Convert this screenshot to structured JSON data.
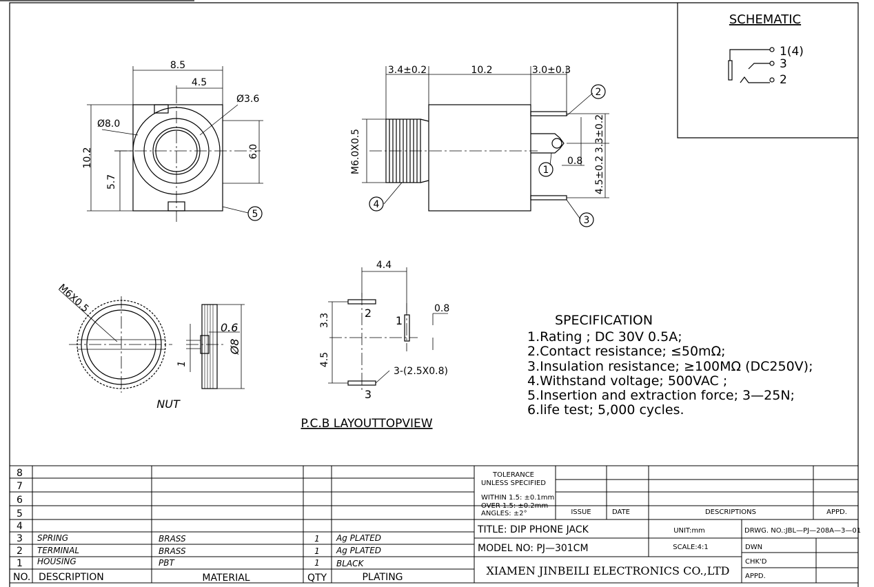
{
  "schematic": {
    "title": "SCHEMATIC",
    "pins": [
      "1(4)",
      "3",
      "2"
    ]
  },
  "front_view": {
    "width": "8.5",
    "half_width": "4.5",
    "hole_dia": "Ø3.6",
    "outer_dia": "Ø8.0",
    "height": "10.2",
    "center_height": "5.7",
    "thread_height": "6.0",
    "callout": "5"
  },
  "side_view": {
    "thread_len": "3.4±0.2",
    "body_len": "10.2",
    "pin_len": "3.0±0.3",
    "thread": "M6.0X0.5",
    "pin_spacing_top": "3.3±0.2",
    "pin_spacing_bottom": "4.5±0.2",
    "pin_width": "0.8",
    "callouts": [
      "1",
      "2",
      "3",
      "4"
    ]
  },
  "nut": {
    "thread": "M6X0.5",
    "thickness": "0.6",
    "dia": "Ø8",
    "slot": "1",
    "label": "NUT"
  },
  "pcb": {
    "width": "4.4",
    "pin_width": "0.8",
    "top_spacing": "3.3",
    "bottom_spacing": "4.5",
    "slots": "3-(2.5X0.8)",
    "pins": [
      "2",
      "1",
      "3"
    ],
    "title": "P.C.B LAYOUTTOPVIEW"
  },
  "specification": {
    "title": "SPECIFICATION",
    "items": [
      "1.Rating ; DC 30V 0.5A;",
      "2.Contact resistance; ≤50mΩ;",
      "3.Insulation resistance; ≥100MΩ (DC250V);",
      "4.Withstand voltage; 500VAC ;",
      "5.Insertion and extraction force; 3—25N;",
      "6.life test; 5,000 cycles."
    ]
  },
  "title_block": {
    "row_numbers": [
      "8",
      "7",
      "6",
      "5",
      "4",
      "3",
      "2",
      "1"
    ],
    "parts": [
      {
        "no": "3",
        "description": "SPRING",
        "material": "BRASS",
        "qty": "1",
        "plating": "Ag PLATED"
      },
      {
        "no": "2",
        "description": "TERMINAL",
        "material": "BRASS",
        "qty": "1",
        "plating": "Ag PLATED"
      },
      {
        "no": "1",
        "description": "HOUSING",
        "material": "PBT",
        "qty": "1",
        "plating": "BLACK"
      }
    ],
    "headers": {
      "no": "NO.",
      "description": "DESCRIPTION",
      "material": "MATERIAL",
      "qty": "QTY",
      "plating": "PLATING"
    },
    "tolerance_title": [
      "TOLERANCE",
      "UNLESS SPECIFIED"
    ],
    "tolerance_values": [
      "WITHIN 1.5: ±0.1mm",
      "OVER 1.5: ±0.2mm",
      "ANGLES: ±2°"
    ],
    "rev_headers": {
      "issue": "ISSUE",
      "date": "DATE",
      "descriptions": "DESCRIPTIONS",
      "appd": "APPD."
    },
    "title": "TITLE: DIP PHONE JACK",
    "model": "MODEL NO: PJ—301CM",
    "company": "XIAMEN JINBEILI ELECTRONICS CO.,LTD",
    "unit": "UNIT:mm",
    "scale": "SCALE:4:1",
    "drawing_no": "DRWG. NO.:JBL—PJ—208A—3—01",
    "dwn": "DWN",
    "chkd": "CHK'D",
    "appd": "APPD."
  }
}
